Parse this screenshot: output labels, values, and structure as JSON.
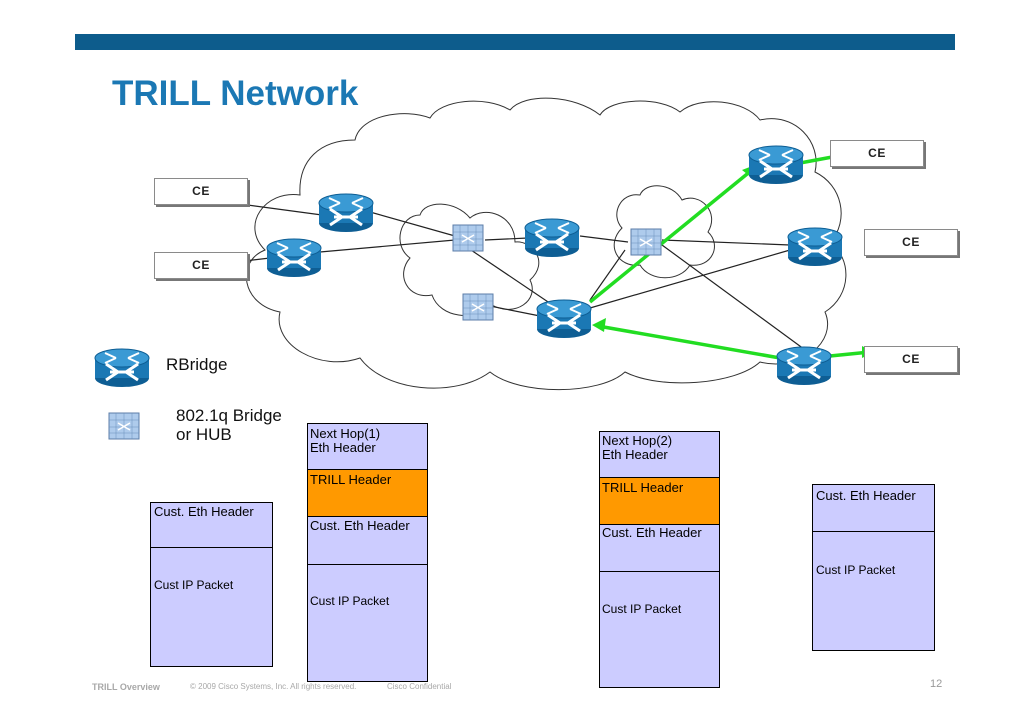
{
  "slide": {
    "title": "TRILL Network",
    "ce_labels": [
      "CE",
      "CE",
      "CE",
      "CE",
      "CE"
    ],
    "legend": {
      "rbridge": "RBridge",
      "bridge_line1": "802.1q Bridge",
      "bridge_line2": "or HUB"
    },
    "packets": {
      "p1": {
        "eth": "Cust. Eth Header",
        "ip": "Cust IP Packet"
      },
      "p2": {
        "nexthop": "Next Hop(1)\nEth Header",
        "trill": "TRILL Header",
        "eth": "Cust. Eth Header",
        "ip": "Cust IP Packet"
      },
      "p3": {
        "nexthop": "Next Hop(2)\nEth Header",
        "trill": "TRILL Header",
        "eth": "Cust. Eth Header",
        "ip": "Cust IP Packet"
      },
      "p4": {
        "eth": "Cust. Eth Header",
        "ip": "Cust IP Packet"
      }
    },
    "footer": {
      "left": "TRILL Overview",
      "copyright": "© 2009 Cisco Systems, Inc. All rights reserved.",
      "confidential": "Cisco Confidential",
      "page": "12"
    },
    "colors": {
      "topbar": "#0d5c8c",
      "title": "#1b78b4",
      "router": "#1b78b4",
      "packet": "#ccccff",
      "trill_header": "#ff9900",
      "path": "#22dd22"
    },
    "icons": [
      "rbridge-router-icon",
      "bridge-hub-icon",
      "cloud-shape"
    ]
  }
}
